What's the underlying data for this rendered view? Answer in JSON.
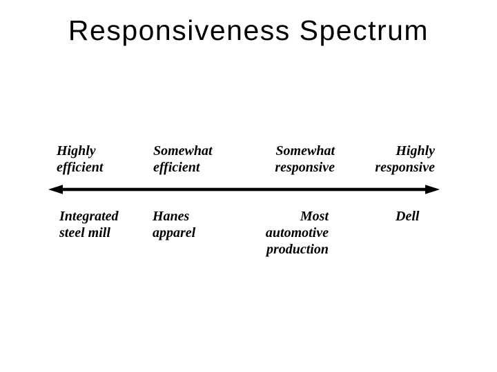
{
  "slide_title": "Responsiveness Spectrum",
  "spectrum": {
    "arrow_color": "#000000",
    "text_color": "#000000",
    "background_color": "#ffffff",
    "columns": [
      {
        "header": "Highly\nefficient",
        "example": "Integrated\nsteel mill"
      },
      {
        "header": "Somewhat\nefficient",
        "example": "Hanes\napparel"
      },
      {
        "header": "Somewhat\nresponsive",
        "example": "Most\nautomotive\nproduction"
      },
      {
        "header": "Highly\nresponsive",
        "example": "Dell"
      }
    ]
  }
}
